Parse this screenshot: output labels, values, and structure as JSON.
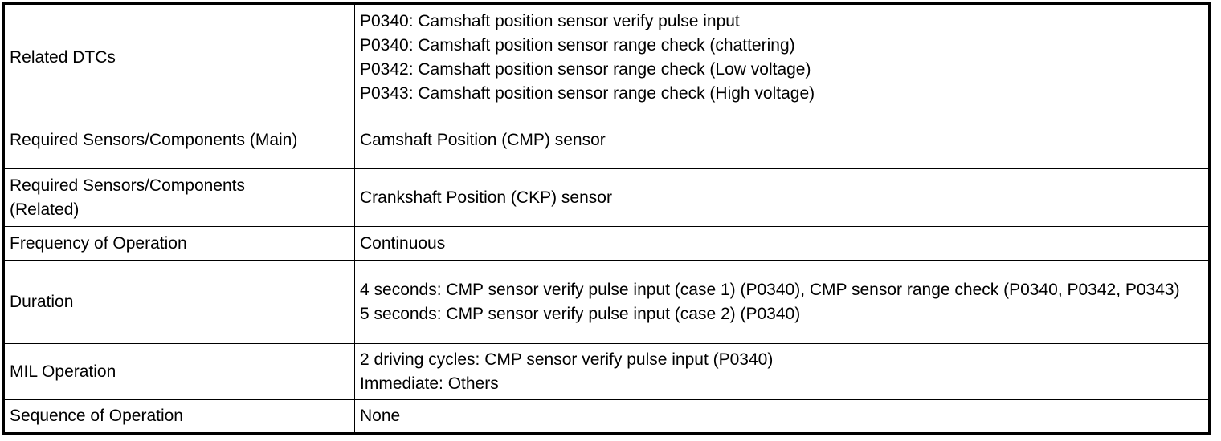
{
  "rows": [
    {
      "label": "Related DTCs",
      "lines": [
        "P0340: Camshaft position sensor verify pulse input",
        "P0340: Camshaft position sensor range check (chattering)",
        "P0342: Camshaft position sensor range check (Low voltage)",
        "P0343: Camshaft position sensor range check (High voltage)"
      ]
    },
    {
      "label": "Required Sensors/Components (Main)",
      "lines": [
        "Camshaft Position (CMP) sensor"
      ]
    },
    {
      "label": "Required Sensors/Components (Related)",
      "lines": [
        "Crankshaft Position (CKP) sensor"
      ]
    },
    {
      "label": "Frequency of Operation",
      "lines": [
        "Continuous"
      ]
    },
    {
      "label": "Duration",
      "lines": [
        "4 seconds: CMP sensor verify pulse input (case 1) (P0340), CMP sensor range check (P0340, P0342, P0343)",
        "5 seconds: CMP sensor verify pulse input (case 2) (P0340)"
      ]
    },
    {
      "label": "MIL Operation",
      "lines": [
        "2 driving cycles: CMP sensor verify pulse input (P0340)",
        "Immediate: Others"
      ]
    },
    {
      "label": "Sequence of Operation",
      "lines": [
        "None"
      ]
    }
  ]
}
